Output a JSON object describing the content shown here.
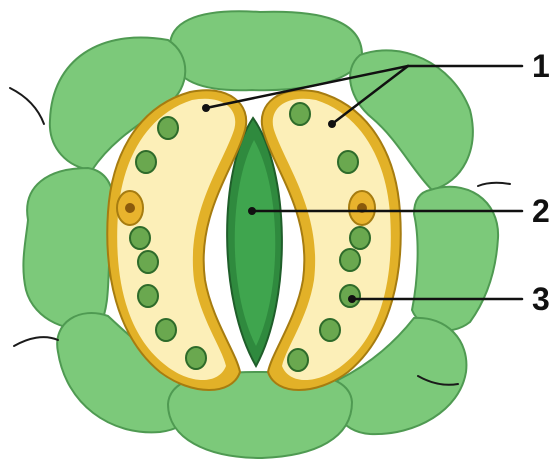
{
  "diagram": {
    "labels": [
      {
        "id": "1",
        "text": "1",
        "points_to": "guard-cells"
      },
      {
        "id": "2",
        "text": "2",
        "points_to": "stomatal-pore"
      },
      {
        "id": "3",
        "text": "3",
        "points_to": "chloroplast"
      }
    ]
  },
  "colors": {
    "epidermal_fill": "#7cc97a",
    "epidermal_stroke": "#4f9a52",
    "guard_fill": "#fcefb8",
    "guard_rim": "#e2b128",
    "guard_stroke": "#a67c10",
    "pore_outer": "#2f8a3e",
    "pore_inner": "#3fa54e",
    "chloroplast_fill": "#6aa84f",
    "chloroplast_stroke": "#2e6b2a",
    "nucleus_fill": "#e8b32d",
    "nucleus_center": "#8a5a0c",
    "leader_line": "#111111"
  }
}
